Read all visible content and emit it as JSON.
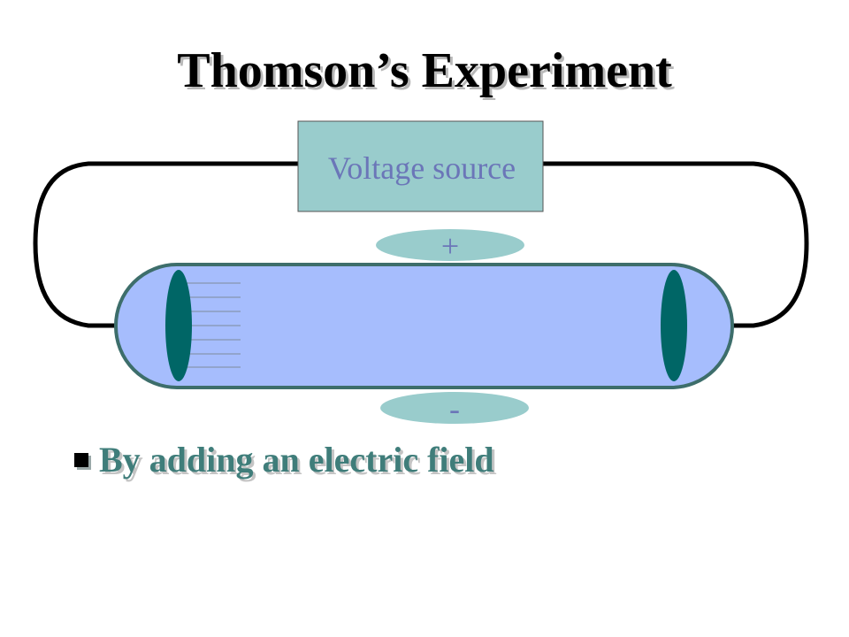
{
  "slide": {
    "title": "Thomson’s Experiment",
    "voltage_source_label": "Voltage source",
    "positive_plate_label": "+",
    "negative_plate_label": "-",
    "bullet_text": "By adding an electric field"
  },
  "colors": {
    "tube_fill": "#a6bdfd",
    "tube_stroke": "#3d6e6b",
    "electrode_fill": "#006666",
    "voltage_box_fill": "#99cccc",
    "plate_fill": "#99cccc",
    "label_text": "#6b76b8",
    "bullet_text": "#3f7d7a",
    "wire": "#000000"
  }
}
